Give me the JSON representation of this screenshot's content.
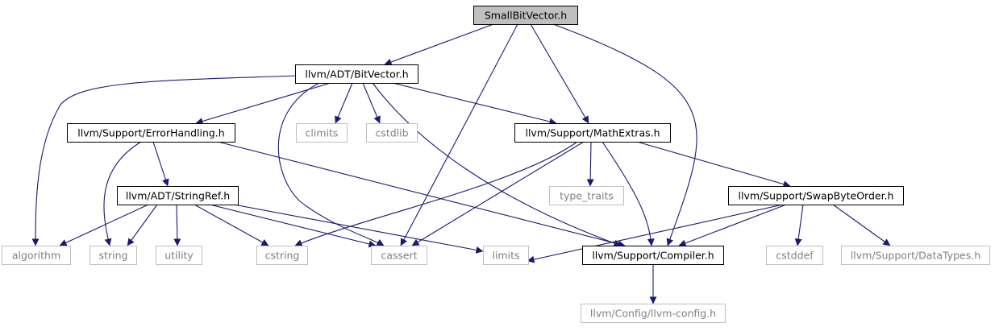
{
  "diagram": {
    "colors": {
      "edge": "#191970",
      "border_bold": "#000000",
      "border_light": "#bfbfbf",
      "text_bold": "#000000",
      "text_light": "#808080",
      "root_fill": "#bfbfbf",
      "fill": "#ffffff"
    },
    "nodes": [
      {
        "id": "smallbitvector",
        "label": "SmallBitVector.h",
        "style": "root"
      },
      {
        "id": "bitvector",
        "label": "llvm/ADT/BitVector.h",
        "style": "bold"
      },
      {
        "id": "errorhandling",
        "label": "llvm/Support/ErrorHandling.h",
        "style": "bold"
      },
      {
        "id": "climits",
        "label": "climits",
        "style": "light"
      },
      {
        "id": "cstdlib",
        "label": "cstdlib",
        "style": "light"
      },
      {
        "id": "mathextras",
        "label": "llvm/Support/MathExtras.h",
        "style": "bold"
      },
      {
        "id": "stringref",
        "label": "llvm/ADT/StringRef.h",
        "style": "bold"
      },
      {
        "id": "type_traits",
        "label": "type_traits",
        "style": "light"
      },
      {
        "id": "swapbyteorder",
        "label": "llvm/Support/SwapByteOrder.h",
        "style": "bold"
      },
      {
        "id": "algorithm",
        "label": "algorithm",
        "style": "light"
      },
      {
        "id": "string",
        "label": "string",
        "style": "light"
      },
      {
        "id": "utility",
        "label": "utility",
        "style": "light"
      },
      {
        "id": "cstring",
        "label": "cstring",
        "style": "light"
      },
      {
        "id": "cassert",
        "label": "cassert",
        "style": "light"
      },
      {
        "id": "limits",
        "label": "limits",
        "style": "light"
      },
      {
        "id": "compiler",
        "label": "llvm/Support/Compiler.h",
        "style": "bold"
      },
      {
        "id": "cstddef",
        "label": "cstddef",
        "style": "light"
      },
      {
        "id": "datatypes",
        "label": "llvm/Support/DataTypes.h",
        "style": "light"
      },
      {
        "id": "llvmconfig",
        "label": "llvm/Config/llvm-config.h",
        "style": "light"
      }
    ],
    "edges": [
      {
        "from": "smallbitvector",
        "to": "bitvector"
      },
      {
        "from": "smallbitvector",
        "to": "cassert"
      },
      {
        "from": "smallbitvector",
        "to": "mathextras"
      },
      {
        "from": "smallbitvector",
        "to": "compiler"
      },
      {
        "from": "bitvector",
        "to": "algorithm"
      },
      {
        "from": "bitvector",
        "to": "errorhandling"
      },
      {
        "from": "bitvector",
        "to": "cassert"
      },
      {
        "from": "bitvector",
        "to": "climits"
      },
      {
        "from": "bitvector",
        "to": "cstdlib"
      },
      {
        "from": "bitvector",
        "to": "mathextras"
      },
      {
        "from": "bitvector",
        "to": "compiler"
      },
      {
        "from": "errorhandling",
        "to": "string"
      },
      {
        "from": "errorhandling",
        "to": "stringref"
      },
      {
        "from": "errorhandling",
        "to": "compiler"
      },
      {
        "from": "mathextras",
        "to": "cstring"
      },
      {
        "from": "mathextras",
        "to": "cassert"
      },
      {
        "from": "mathextras",
        "to": "type_traits"
      },
      {
        "from": "mathextras",
        "to": "compiler"
      },
      {
        "from": "mathextras",
        "to": "swapbyteorder"
      },
      {
        "from": "stringref",
        "to": "algorithm"
      },
      {
        "from": "stringref",
        "to": "string"
      },
      {
        "from": "stringref",
        "to": "utility"
      },
      {
        "from": "stringref",
        "to": "cstring"
      },
      {
        "from": "stringref",
        "to": "cassert"
      },
      {
        "from": "stringref",
        "to": "limits"
      },
      {
        "from": "swapbyteorder",
        "to": "limits"
      },
      {
        "from": "swapbyteorder",
        "to": "compiler"
      },
      {
        "from": "swapbyteorder",
        "to": "cstddef"
      },
      {
        "from": "swapbyteorder",
        "to": "datatypes"
      },
      {
        "from": "compiler",
        "to": "llvmconfig"
      }
    ]
  }
}
